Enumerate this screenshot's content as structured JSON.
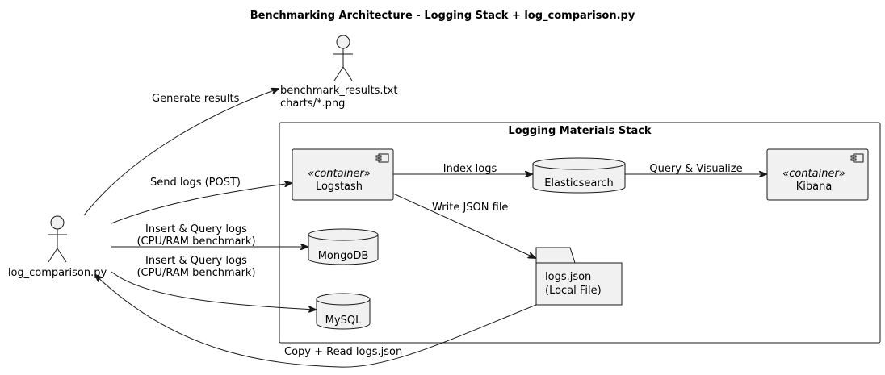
{
  "diagram": {
    "title": "Benchmarking Architecture - Logging Stack + log_comparison.py",
    "actors": {
      "client": "log_comparison.py",
      "results_line1": "benchmark_results.txt",
      "results_line2": "charts/*.png"
    },
    "stack": {
      "title": "Logging Materials Stack",
      "stereotype": "«container»",
      "logstash": "Logstash",
      "kibana": "Kibana",
      "elasticsearch": "Elasticsearch",
      "mongodb": "MongoDB",
      "mysql": "MySQL",
      "file_line1": "logs.json",
      "file_line2": "(Local File)"
    },
    "edges": {
      "generate": "Generate results",
      "send_logs": "Send logs (POST)",
      "insert_query_line1": "Insert & Query logs",
      "insert_query_line2": "(CPU/RAM benchmark)",
      "index_logs": "Index logs",
      "query_visualize": "Query & Visualize",
      "write_json": "Write JSON file",
      "copy_read": "Copy + Read logs.json"
    }
  }
}
